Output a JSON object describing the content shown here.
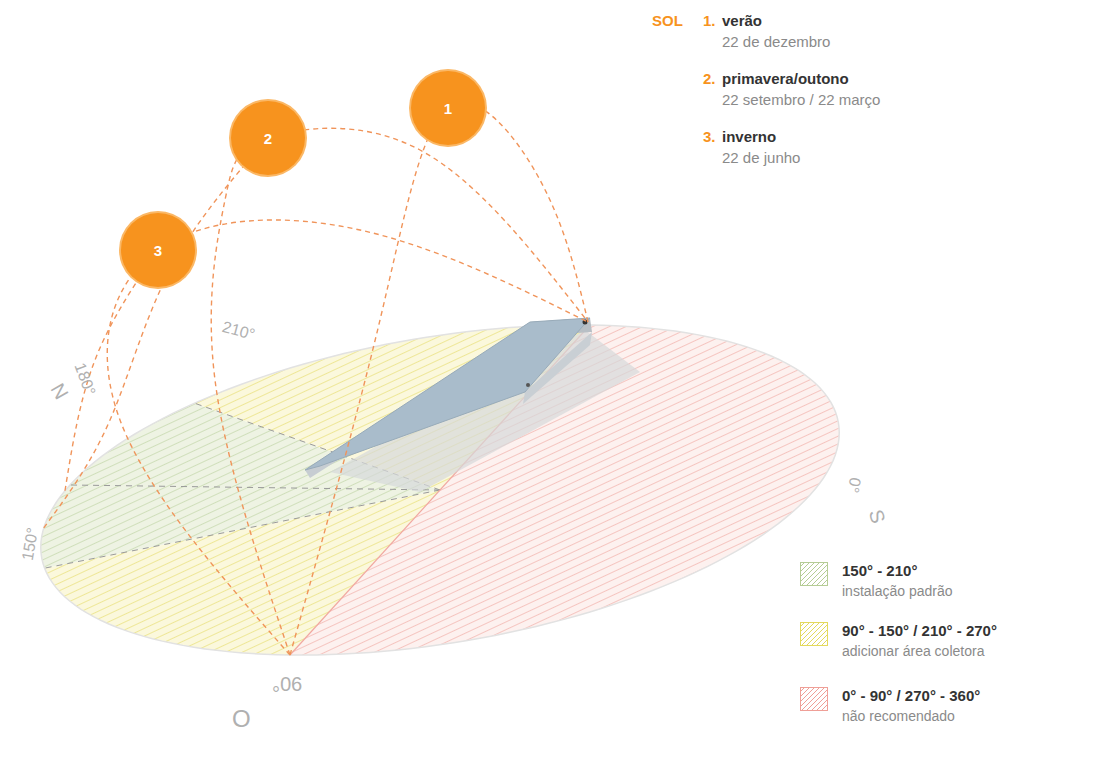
{
  "diagram": {
    "nodes": [
      {
        "text": [
          "1"
        ]
      },
      {
        "text": [
          "2"
        ]
      },
      {
        "text": [
          "3"
        ]
      }
    ],
    "labels": [
      "SOL",
      "1.",
      "verão",
      "22 de dezembro",
      "2.",
      "primavera/outono",
      "22 setembro / 22 março",
      "3.",
      "inverno",
      "22 de junho",
      "210°",
      "N",
      "180°",
      "150°",
      "90°",
      "O",
      "0°",
      "S",
      "instalação padrão",
      "adicionar área coletora",
      "não recomendado"
    ],
    "legend": [
      {
        "text": "150° - 210°",
        "color": "#b5cc95"
      },
      {
        "text": "90° - 150° / 210° - 270°",
        "color": "#e3d95c"
      },
      {
        "text": "0° - 90° / 270° - 360°",
        "color": "#ef9f97"
      }
    ]
  }
}
